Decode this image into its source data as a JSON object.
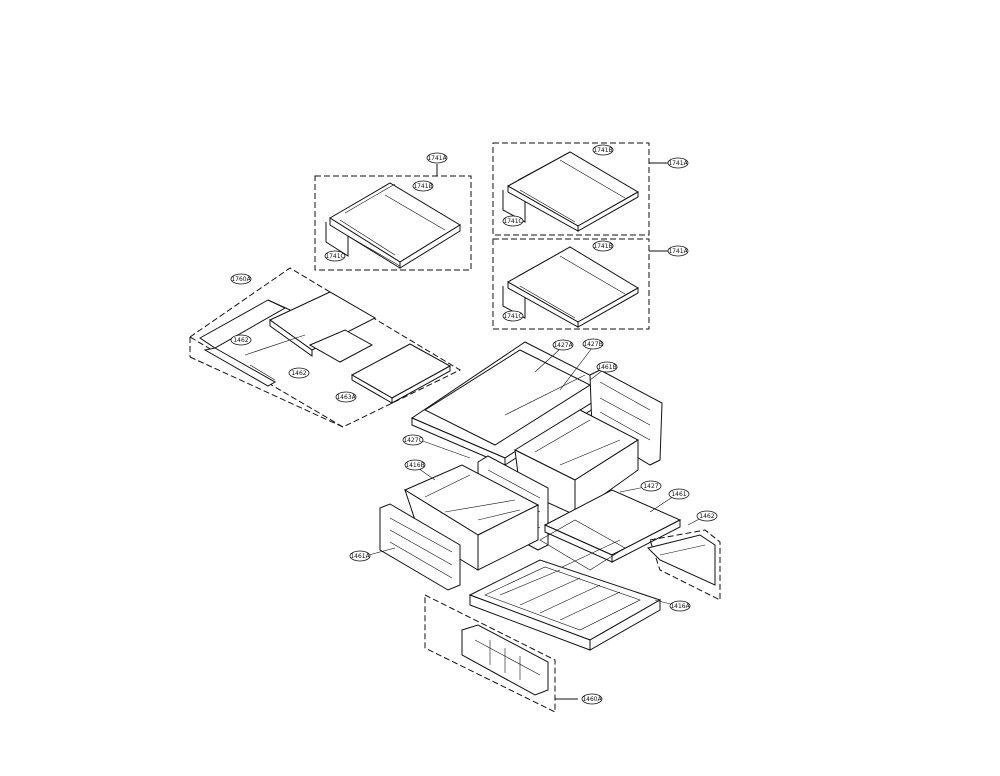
{
  "diagram": {
    "title": "",
    "callouts": [
      {
        "id": "shelf-box-1",
        "text": "1741A"
      },
      {
        "id": "shelf-1-sub",
        "text": "1741B"
      },
      {
        "id": "shelf-1-edge",
        "text": "1741C"
      },
      {
        "id": "shelf-box-2",
        "text": "1741A"
      },
      {
        "id": "shelf-2-sub",
        "text": "1741B"
      },
      {
        "id": "shelf-2-edge",
        "text": "1741C"
      },
      {
        "id": "shelf-box-3",
        "text": "1741A"
      },
      {
        "id": "shelf-3-sub",
        "text": "1741B"
      },
      {
        "id": "shelf-3-edge",
        "text": "1741C"
      },
      {
        "id": "slide-shelf-box",
        "text": "1760A"
      },
      {
        "id": "slide-rail",
        "text": "1462"
      },
      {
        "id": "slide-cover",
        "text": "1462"
      },
      {
        "id": "slide-glass",
        "text": "1463A"
      },
      {
        "id": "crisper-glass",
        "text": "1427A"
      },
      {
        "id": "crisper-cover-a",
        "text": "1427B"
      },
      {
        "id": "crisper-frame",
        "text": "1427C"
      },
      {
        "id": "right-divider",
        "text": "1461B"
      },
      {
        "id": "left-drawer",
        "text": "1416B"
      },
      {
        "id": "left-divider",
        "text": "1461A"
      },
      {
        "id": "right-rail",
        "text": "1427"
      },
      {
        "id": "pantry-cover",
        "text": "1461"
      },
      {
        "id": "pantry-front",
        "text": "1462"
      },
      {
        "id": "pantry-drawer",
        "text": "1416A"
      },
      {
        "id": "pantry-box",
        "text": "1460A"
      }
    ]
  }
}
